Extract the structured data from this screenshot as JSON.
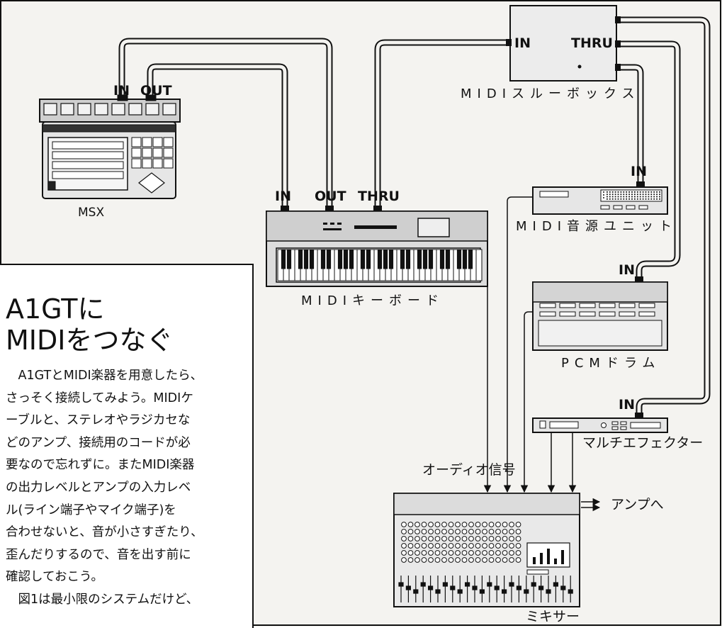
{
  "devices": {
    "msx": {
      "label": "MSX",
      "port_in": "IN",
      "port_out": "OUT"
    },
    "midi_keyboard": {
      "label": "MIDIキーボード",
      "port_in": "IN",
      "port_out": "OUT",
      "port_thru": "THRU"
    },
    "midi_thru_box": {
      "label": "MIDIスルーボックス",
      "port_in": "IN",
      "port_thru": "THRU"
    },
    "midi_sound_unit": {
      "label": "MIDI音源ユニット",
      "port_in": "IN"
    },
    "pcm_drum": {
      "label": "PCMドラム",
      "port_in": "IN"
    },
    "multi_effector": {
      "label": "マルチエフェクター",
      "port_in": "IN"
    },
    "mixer": {
      "label": "ミキサー"
    }
  },
  "annotations": {
    "audio_signal": "オーディオ信号",
    "to_amp": "アンプへ"
  },
  "article": {
    "title_line1": "A1GTに",
    "title_line2": "MIDIをつなぐ",
    "body": "　A1GTとMIDI楽器を用意したら、\nさっそく接続してみよう。MIDIケ\nーブルと、ステレオやラジカセな\nどのアンプ、接続用のコードが必\n要なので忘れずに。またMIDI楽器\nの出力レベルとアンプの入力レベ\nル(ライン端子やマイク端子)を\n合わせないと、音が小さすぎたり、\n歪んだりするので、音を出す前に\n確認しておこう。\n　図1は最小限のシステムだけど、"
  }
}
